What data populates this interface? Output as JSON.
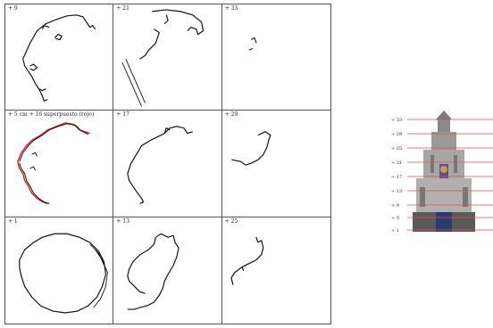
{
  "grid": {
    "cells": [
      {
        "label": "+ 9"
      },
      {
        "label": "+ 21"
      },
      {
        "label": "+ 33"
      },
      {
        "label": "+ 5 cm + 16 superpuesto (rojo)"
      },
      {
        "label": "+ 17"
      },
      {
        "label": "+ 29"
      },
      {
        "label": "+ 1"
      },
      {
        "label": "+ 13"
      },
      {
        "label": "+ 25"
      }
    ]
  },
  "facade": {
    "levels": [
      "+ 33",
      "+ 29",
      "+ 25",
      "+ 21",
      "+ 17",
      "+ 13",
      "+ 9",
      "+ 5",
      "+ 1"
    ],
    "line_color": "#e94a4a"
  }
}
